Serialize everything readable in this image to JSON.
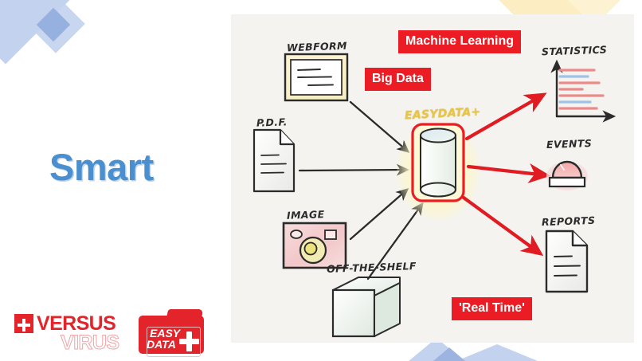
{
  "slide": {
    "title": "Smart",
    "background_color": "#ffffff",
    "panel_background": "#f4f3ef",
    "accent_red": "#ec1c24",
    "accent_blue": "#4a8fd0",
    "accent_yellow": "#e8c547",
    "deco_blue": "#c3d2ee",
    "deco_yellow": "#fceec2"
  },
  "logos": {
    "versus_virus": {
      "line1": "VERSUS",
      "line2": "VIRUS",
      "mark": "swiss-cross-icon",
      "color": "#e3242b"
    },
    "easy_data": {
      "line1": "EASY",
      "line2": "DATA",
      "mark": "plus-icon",
      "shape": "folder-icon",
      "color": "#e3242b"
    }
  },
  "diagram": {
    "type": "flow",
    "center": {
      "label": "EASYDATA+",
      "icon": "database-cylinder-icon",
      "border_color": "#ec1c24",
      "glow_color": "#fdf6c8"
    },
    "inputs": [
      {
        "label": "WEBFORM",
        "icon": "browser-window-icon"
      },
      {
        "label": "P.D.F.",
        "icon": "document-page-icon"
      },
      {
        "label": "IMAGE",
        "icon": "camera-icon"
      },
      {
        "label": "OFF-THE-SHELF",
        "icon": "cube-box-icon"
      }
    ],
    "outputs": [
      {
        "label": "STATISTICS",
        "icon": "bar-chart-icon"
      },
      {
        "label": "EVENTS",
        "icon": "alarm-siren-icon"
      },
      {
        "label": "REPORTS",
        "icon": "report-page-icon"
      }
    ],
    "tags": [
      {
        "text": "Machine Learning"
      },
      {
        "text": "Big Data"
      },
      {
        "text": "'Real Time'"
      }
    ],
    "input_arrow_color": "#2b2b2b",
    "output_arrow_color": "#e01b22"
  }
}
